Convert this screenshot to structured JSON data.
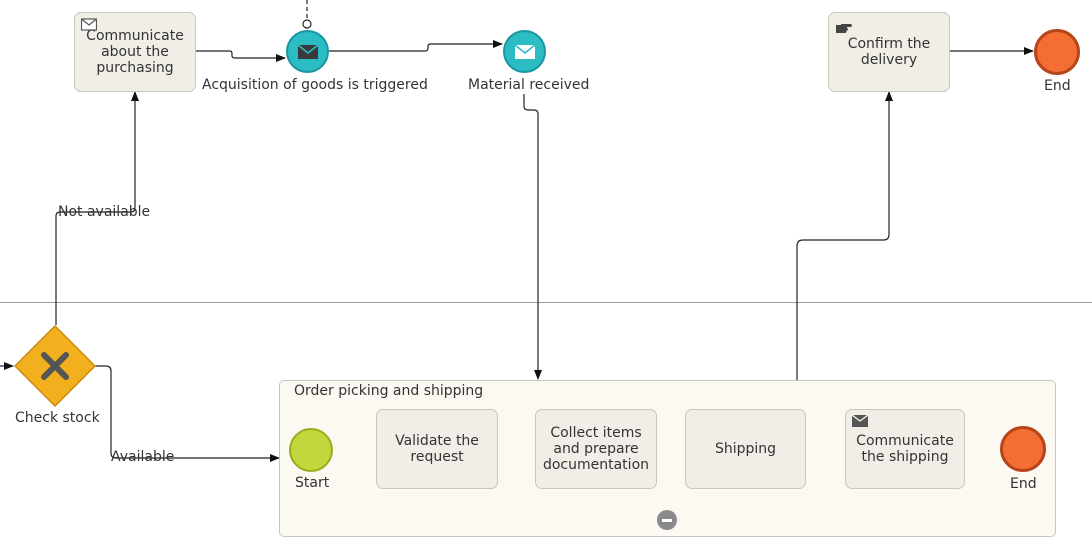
{
  "tasks": {
    "communicate_purchasing": "Communicate about the purchasing",
    "confirm_delivery": "Confirm the delivery",
    "validate_request": "Validate the request",
    "collect_items": "Collect items and prepare documentation",
    "shipping": "Shipping",
    "communicate_shipping": "Communicate the shipping"
  },
  "events": {
    "acquisition": "Acquisition of goods is triggered",
    "material_received": "Material received",
    "end_top": "End",
    "start_sub": "Start",
    "end_sub": "End"
  },
  "gateway": {
    "label": "Check stock"
  },
  "flows": {
    "not_available": "Not available",
    "available": "Available"
  },
  "subprocess": {
    "title": "Order picking and shipping"
  },
  "colors": {
    "task_fill": "#f0eee6",
    "event_teal": "#2bbcc4",
    "end_orange": "#f26e32",
    "start_green": "#c3d73c",
    "gateway_yellow": "#f2b01e"
  },
  "icons": {
    "envelope": "envelope-icon",
    "hand": "hand-pointer-icon",
    "gateway_x": "x-icon",
    "collapse": "minus-icon"
  }
}
